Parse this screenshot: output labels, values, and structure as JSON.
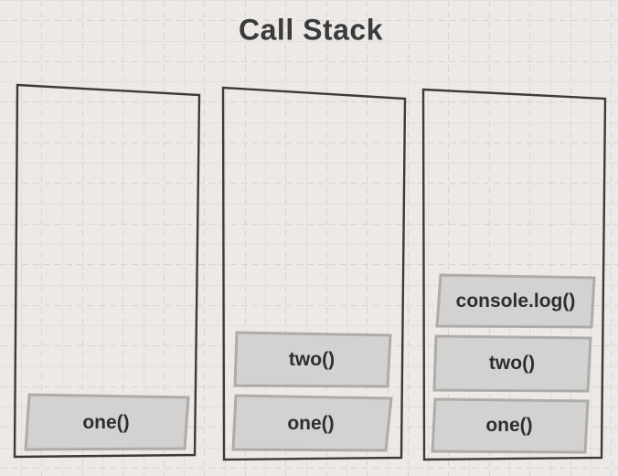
{
  "title": "Call Stack",
  "colors": {
    "bg": "#ece9e6",
    "grid-solid": "#e2dfdb",
    "grid-dashed": "#d8d5d1",
    "frame-stroke": "#3b3b3b",
    "box-fill": "#d4d2d0",
    "box-border": "#aeacaa",
    "text": "#2e2e2e",
    "title": "#3b3b3b"
  },
  "frames": [
    {
      "id": "frame-1",
      "boxes": [
        {
          "label": "one()"
        }
      ]
    },
    {
      "id": "frame-2",
      "boxes": [
        {
          "label": "two()"
        },
        {
          "label": "one()"
        }
      ]
    },
    {
      "id": "frame-3",
      "boxes": [
        {
          "label": "console.log()"
        },
        {
          "label": "two()"
        },
        {
          "label": "one()"
        }
      ]
    }
  ]
}
